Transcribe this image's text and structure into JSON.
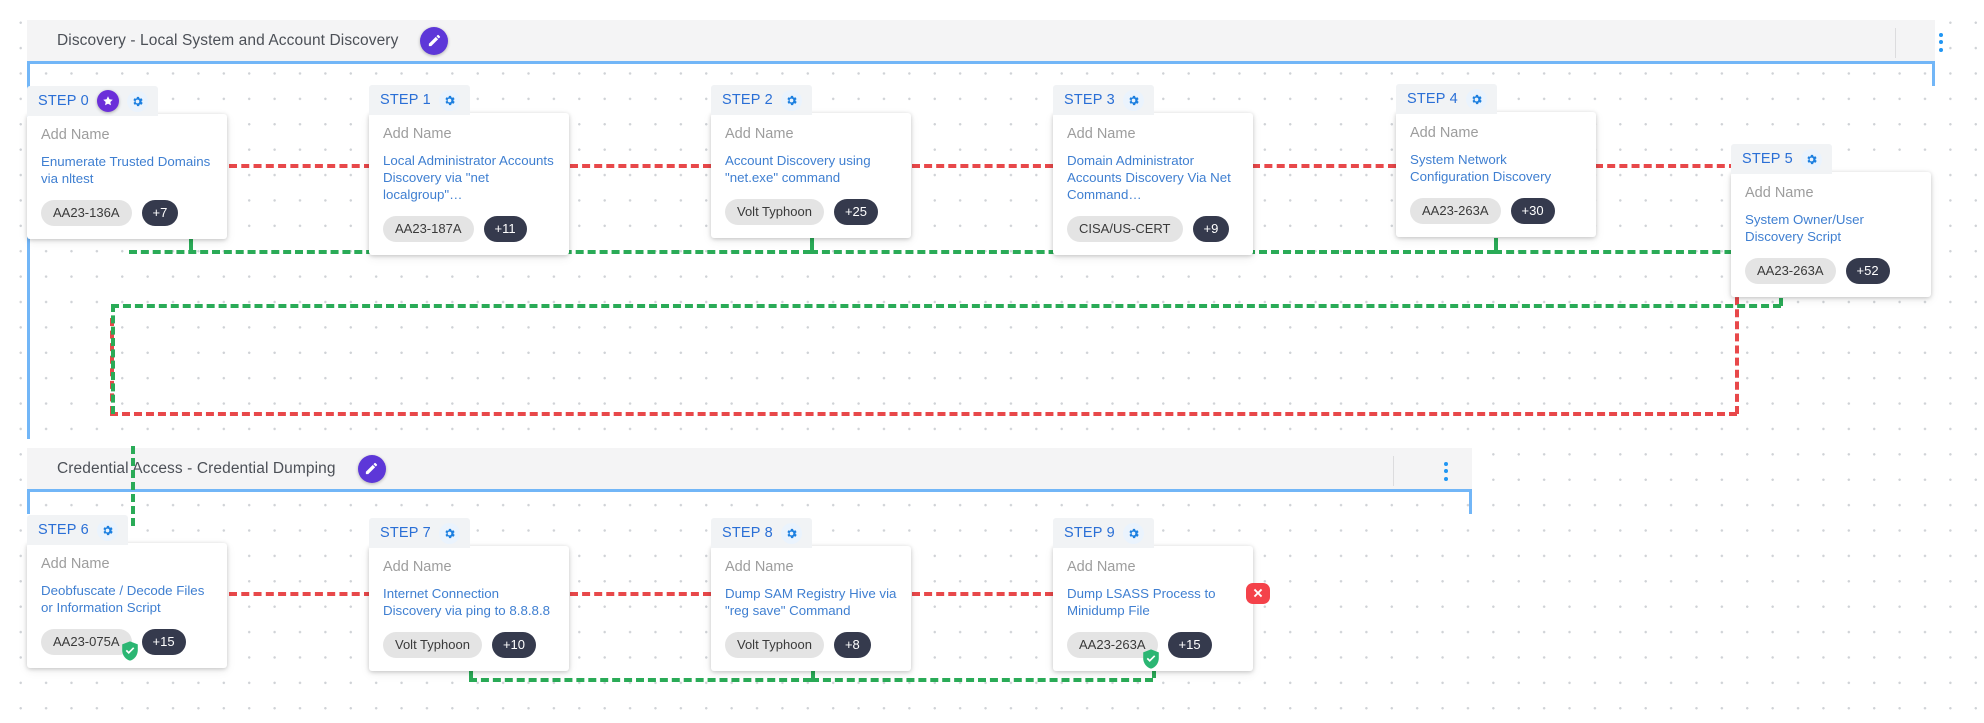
{
  "colors": {
    "lane_accent": "#72b6f7",
    "step_label": "#2a6fd6",
    "technique_link": "#3f7fd1",
    "pencil_button": "#5d37d8",
    "star_button": "#6b2fd9",
    "count_badge": "#353a4d",
    "pill": "#e4e4e4",
    "edge_red": "#e8484a",
    "edge_green": "#2aab57",
    "badge_success": "#2bb673",
    "badge_failure": "#f4424a"
  },
  "lanes": [
    {
      "id": "lane-discovery",
      "title": "Discovery - Local System and Account Discovery",
      "edit_icon": "pencil-icon",
      "menu_icon": "kebab-menu-icon"
    },
    {
      "id": "lane-credential-access",
      "title": "Credential Access - Credential Dumping",
      "edit_icon": "pencil-icon",
      "menu_icon": "kebab-menu-icon"
    }
  ],
  "common": {
    "add_name_placeholder": "Add Name",
    "gear_icon": "gear-icon",
    "star_icon": "star-icon"
  },
  "nodes": [
    {
      "step": "STEP 0",
      "name_placeholder": "Add Name",
      "technique": "Enumerate Trusted Domains via nltest",
      "pill": "AA23-136A",
      "count": "+7",
      "has_star": true,
      "status": null
    },
    {
      "step": "STEP 1",
      "name_placeholder": "Add Name",
      "technique": "Local Administrator Accounts Discovery via \"net localgroup\"…",
      "pill": "AA23-187A",
      "count": "+11",
      "has_star": false,
      "status": null
    },
    {
      "step": "STEP 2",
      "name_placeholder": "Add Name",
      "technique": "Account Discovery using \"net.exe\" command",
      "pill": "Volt Typhoon",
      "count": "+25",
      "has_star": false,
      "status": null
    },
    {
      "step": "STEP 3",
      "name_placeholder": "Add Name",
      "technique": "Domain Administrator Accounts Discovery Via Net Command…",
      "pill": "CISA/US-CERT",
      "count": "+9",
      "has_star": false,
      "status": null
    },
    {
      "step": "STEP 4",
      "name_placeholder": "Add Name",
      "technique": "System Network Configuration Discovery",
      "pill": "AA23-263A",
      "count": "+30",
      "has_star": false,
      "status": null
    },
    {
      "step": "STEP 5",
      "name_placeholder": "Add Name",
      "technique": "System Owner/User Discovery Script",
      "pill": "AA23-263A",
      "count": "+52",
      "has_star": false,
      "status": null
    },
    {
      "step": "STEP 6",
      "name_placeholder": "Add Name",
      "technique": "Deobfuscate / Decode Files or Information Script",
      "pill": "AA23-075A",
      "count": "+15",
      "has_star": false,
      "status": "success"
    },
    {
      "step": "STEP 7",
      "name_placeholder": "Add Name",
      "technique": "Internet Connection Discovery via ping to 8.8.8.8",
      "pill": "Volt Typhoon",
      "count": "+10",
      "has_star": false,
      "status": null
    },
    {
      "step": "STEP 8",
      "name_placeholder": "Add Name",
      "technique": "Dump SAM Registry Hive via \"reg save\" Command",
      "pill": "Volt Typhoon",
      "count": "+8",
      "has_star": false,
      "status": null
    },
    {
      "step": "STEP 9",
      "name_placeholder": "Add Name",
      "technique": "Dump LSASS Process to Minidump File",
      "pill": "AA23-263A",
      "count": "+15",
      "has_star": false,
      "status": "success",
      "side_status": "failure"
    }
  ]
}
